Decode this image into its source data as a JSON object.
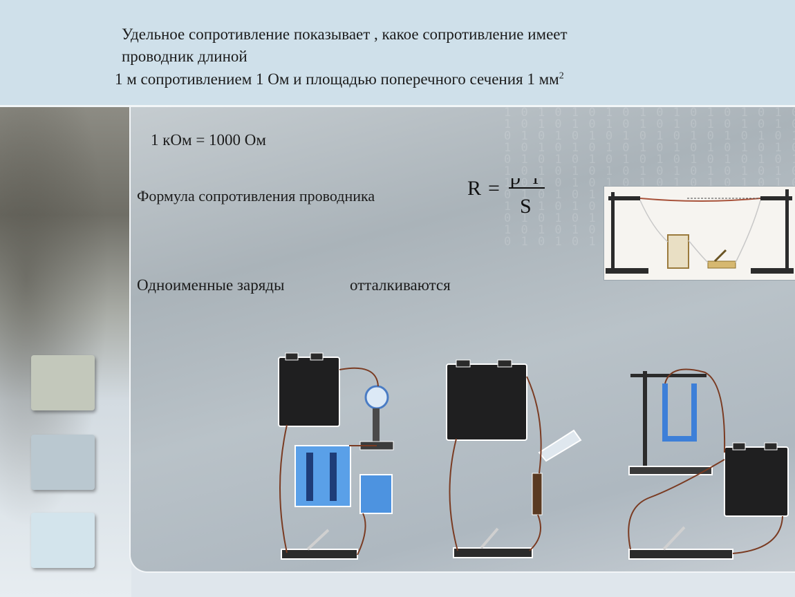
{
  "header": {
    "line1": "Удельное сопротивление показывает , какое сопротивление имеет",
    "line2": "проводник длиной",
    "line3_main": "1 м сопротивлением 1 Ом и площадью поперечного сечения 1 мм",
    "line3_sup": "2"
  },
  "content": {
    "conversion": "1  кОм   =    1000 Ом",
    "formula_label": "Формула сопротивления проводника",
    "formula": {
      "lhs": "R",
      "equals": "=",
      "numerator": "ρ ·l",
      "denominator": "S"
    },
    "charges_left": "Одноименные заряды",
    "charges_right": "отталкиваются"
  },
  "sidebar": {
    "swatches": [
      "#c3c8bb",
      "#bac8d0",
      "#d3e4ec"
    ]
  },
  "colors": {
    "header_bg": "#cfe0ea",
    "content_bg": "#b3bcc2",
    "text": "#1b1b1b"
  }
}
